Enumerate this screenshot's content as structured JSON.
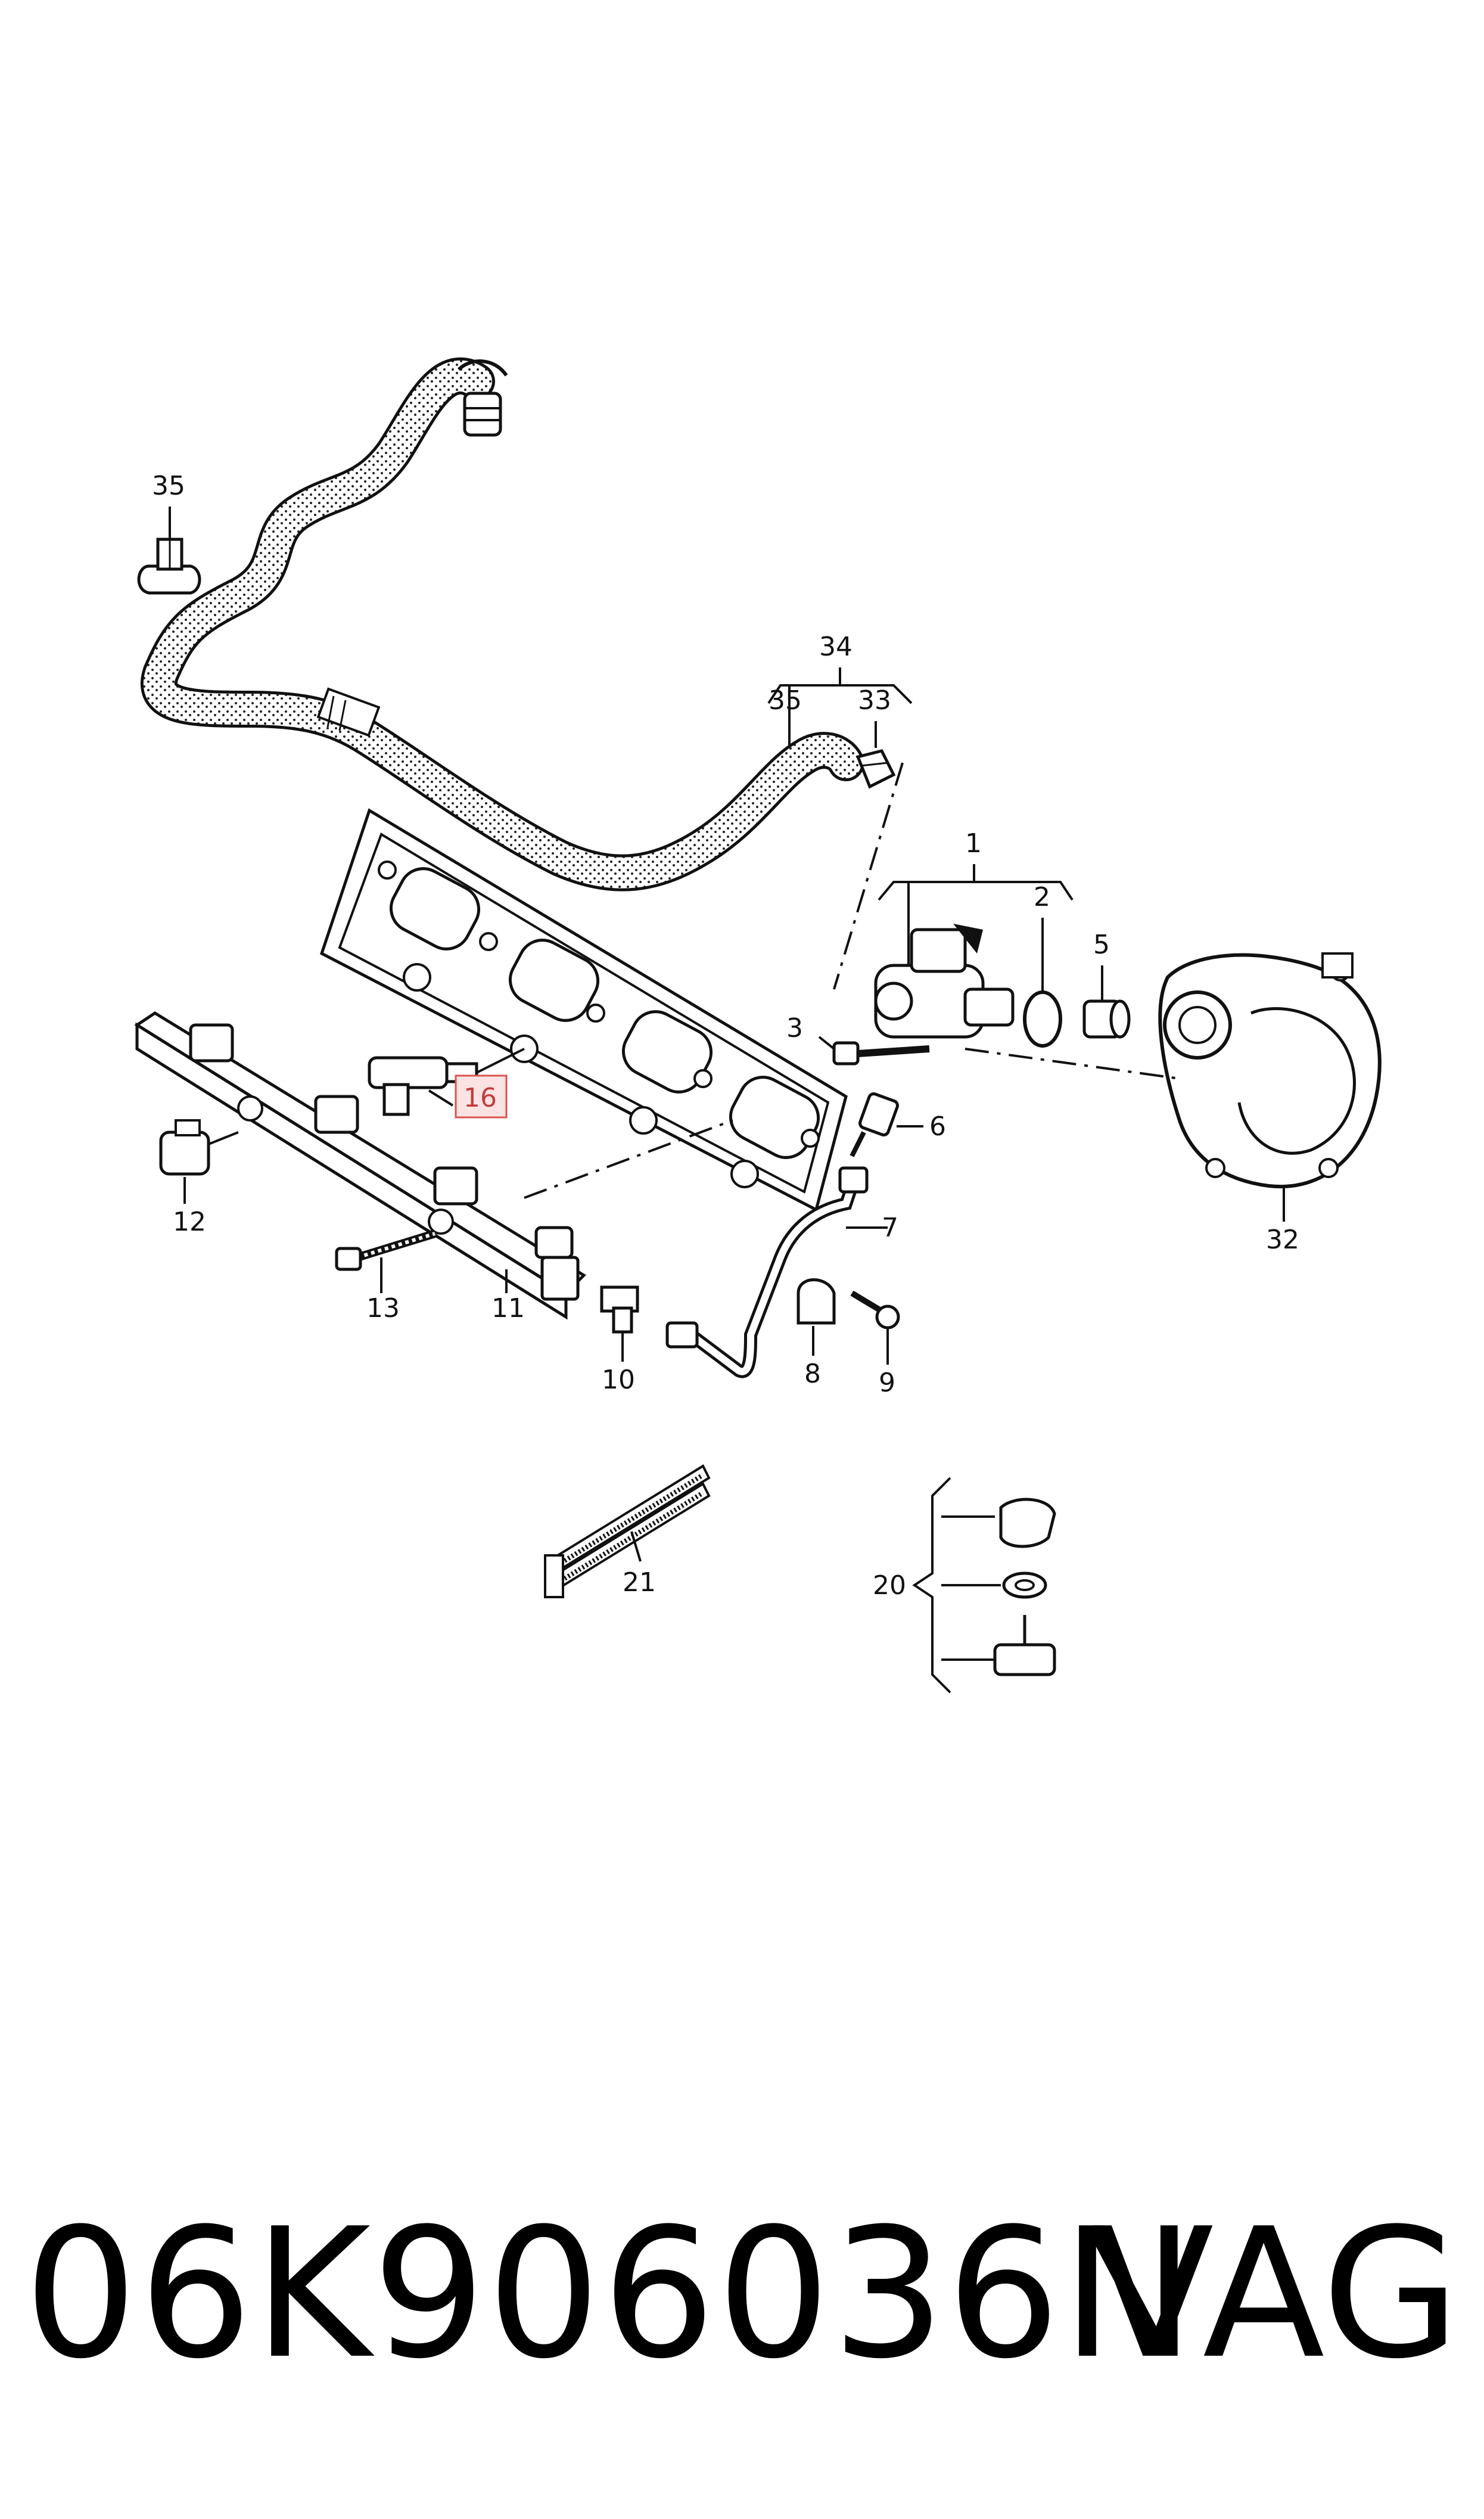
{
  "callouts": {
    "c1": "1",
    "c2": "2",
    "c3": "3",
    "c5": "5",
    "c6": "6",
    "c7": "7",
    "c8": "8",
    "c9": "9",
    "c10": "10",
    "c11": "11",
    "c12": "12",
    "c13": "13",
    "c16": "16",
    "c20": "20",
    "c21": "21",
    "c32": "32",
    "c33": "33",
    "c34": "34",
    "c35a": "35",
    "c35b": "35"
  },
  "highlight_color": "#d9534f",
  "footer": {
    "part_number": "06K906036N",
    "brand": "VAG"
  }
}
